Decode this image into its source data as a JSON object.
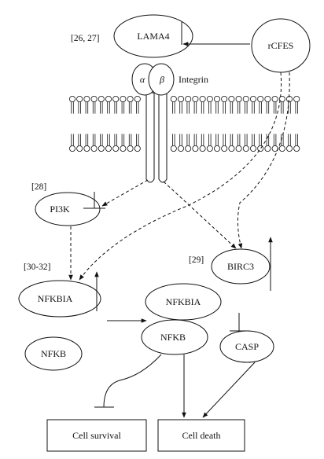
{
  "nodes": {
    "lama4": "LAMA4",
    "rcfes": "rCFES",
    "alpha": "α",
    "beta": "β",
    "integrin": "Integrin",
    "pi3k": "PI3K",
    "birc3": "BIRC3",
    "nfkbia_left": "NFKBIA",
    "nfkb_left": "NFKB",
    "nfkbia_complex": "NFKBIA",
    "nfkb_complex": "NFKB",
    "casp": "CASP",
    "cell_survival": "Cell survival",
    "cell_death": "Cell death"
  },
  "refs": {
    "lama4": "[26, 27]",
    "pi3k": "[28]",
    "birc3": "[29]",
    "nfkbia": "[30-32]"
  }
}
